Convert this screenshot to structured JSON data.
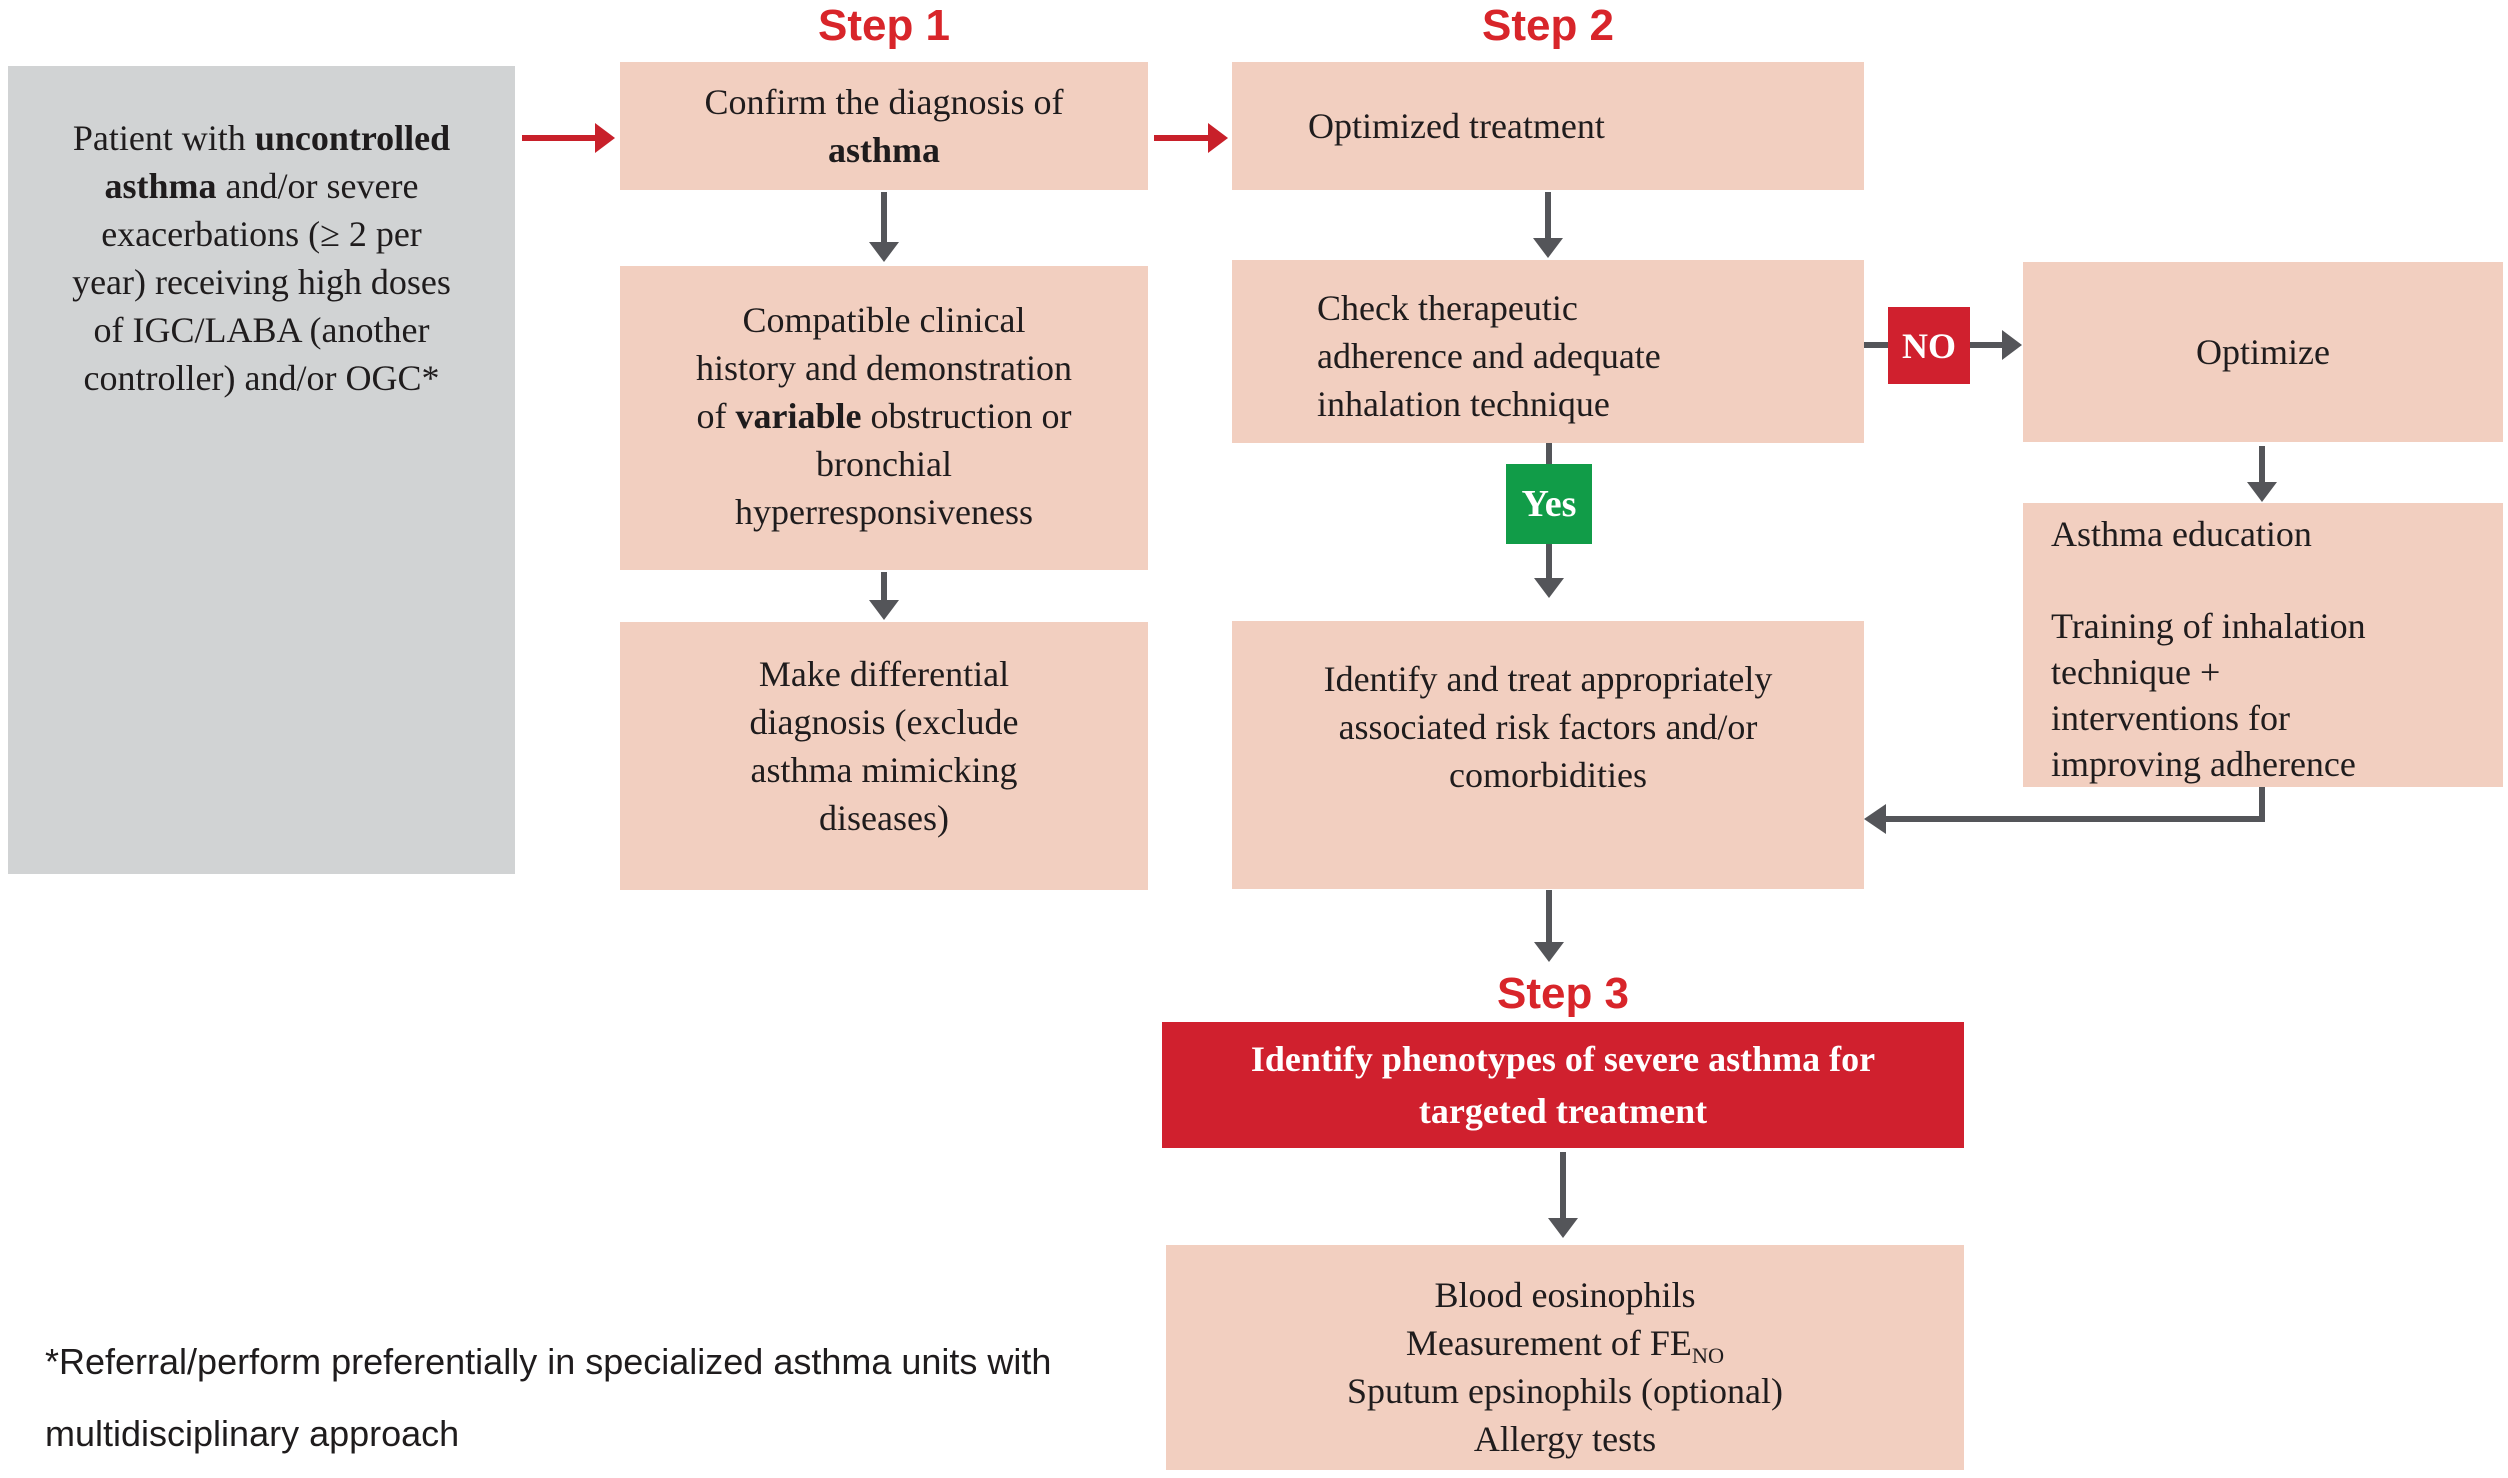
{
  "colors": {
    "box_fill": "#f2cfc0",
    "gray_fill": "#d1d3d4",
    "red_box": "#d0202e",
    "green_box": "#119c48",
    "heading_red": "#d8252a",
    "arrow_gray": "#545559",
    "arrow_red": "#c8202a"
  },
  "headings": {
    "step1": "Step 1",
    "step2": "Step 2",
    "step3": "Step 3"
  },
  "patient_box": {
    "lines": [
      [
        {
          "t": "Patient with "
        },
        {
          "t": "uncontrolled",
          "b": true
        }
      ],
      [
        {
          "t": "asthma",
          "b": true
        },
        {
          "t": " and/or severe"
        }
      ],
      "exacerbations (≥ 2 per",
      "year) receiving high doses",
      "of IGC/LABA  (another",
      "controller) and/or OGC*"
    ]
  },
  "step1": {
    "confirm_box": {
      "lines": [
        "Confirm the diagnosis of",
        [
          {
            "t": "asthma",
            "b": true
          }
        ]
      ]
    },
    "compatible_box": {
      "lines": [
        "Compatible clinical",
        "history and demonstration",
        [
          {
            "t": "of "
          },
          {
            "t": "variable",
            "b": true
          },
          {
            "t": " obstruction or"
          }
        ],
        "bronchial",
        "hyperresponsiveness"
      ]
    },
    "differential_box": {
      "lines": [
        "Make differential",
        "diagnosis (exclude",
        "asthma mimicking",
        "diseases)"
      ]
    }
  },
  "step2": {
    "optimized_box": {
      "label": "Optimized treatment"
    },
    "check_box": {
      "lines": [
        "Check therapeutic",
        "adherence and adequate",
        "inhalation technique"
      ]
    },
    "no_label": "NO",
    "yes_label": "Yes",
    "identify_box": {
      "lines": [
        "Identify and treat appropriately",
        "associated risk factors and/or",
        "comorbidities"
      ]
    }
  },
  "right_branch": {
    "optimize_box": {
      "label": "Optimize"
    },
    "education_box": {
      "lines": [
        "Asthma education",
        "",
        " Training of inhalation",
        "technique +",
        "interventions for",
        "improving adherence"
      ]
    }
  },
  "step3": {
    "phenotypes_box": {
      "lines": [
        "Identify phenotypes of severe asthma for",
        "targeted treatment"
      ]
    },
    "tests_box": {
      "lines": [
        "Blood eosinophils",
        [
          {
            "t": "Measurement of FE"
          },
          {
            "t": "NO",
            "sub": true
          }
        ],
        "Sputum epsinophils (optional)",
        "Allergy tests"
      ]
    }
  },
  "footnote": {
    "lines": [
      "*Referral/perform preferentially in specialized asthma units with",
      "multidisciplinary approach"
    ]
  }
}
